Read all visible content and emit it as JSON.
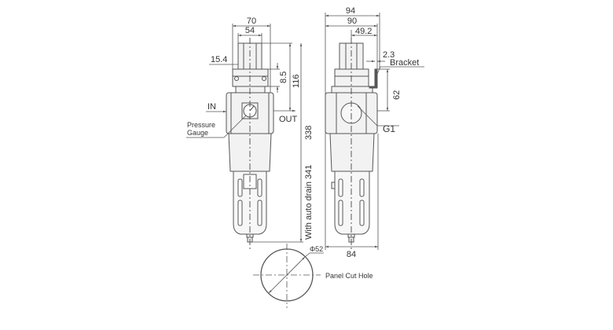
{
  "drawing": {
    "front_view": {
      "dimensions": {
        "overall_width": "70",
        "knob_width": "54",
        "left_offset": "15.4",
        "nut_height": "8.5",
        "top_height": "116",
        "overall_height": "338",
        "height_with_auto_drain": "With auto drain 341"
      },
      "labels": {
        "inlet": "IN",
        "outlet": "OUT",
        "pressure_gauge_line1": "Pressure",
        "pressure_gauge_line2": "Gauge"
      }
    },
    "side_view": {
      "dimensions": {
        "overall_width": "94",
        "body_width": "90",
        "bracket_offset": "49.2",
        "bracket_thickness": "2.3",
        "bracket_height": "62",
        "bowl_width": "84"
      },
      "labels": {
        "bracket": "Bracket",
        "port_size": "G1"
      }
    },
    "panel_cut": {
      "diameter": "Φ52",
      "label": "Panel Cut Hole"
    }
  },
  "colors": {
    "line": "#555555",
    "body_fill": "#f2f2f2",
    "text": "#333333"
  }
}
